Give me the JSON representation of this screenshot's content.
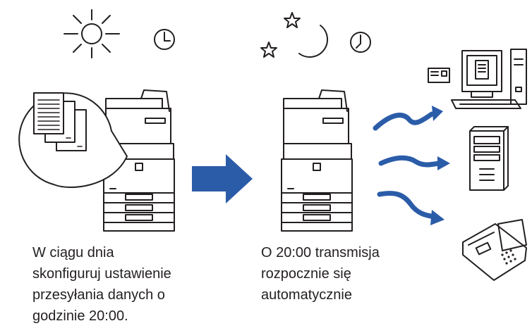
{
  "captions": {
    "day": [
      "W ciągu dnia",
      "skonfiguruj ustawienie",
      "przesyłania danych o",
      "godzinie 20:00."
    ],
    "night": [
      "O 20:00 transmisja",
      "rozpocznie się",
      "automatycznie"
    ]
  },
  "colors": {
    "accent_blue": "#2b5ca8",
    "line": "#231f20",
    "background": "#ffffff"
  },
  "icons": {
    "day": [
      "sun-icon",
      "clock-icon",
      "speech-bubble-icon",
      "documents-icon",
      "printer-icon"
    ],
    "night": [
      "star-icon",
      "moon-icon",
      "clock-icon",
      "printer-icon"
    ],
    "destinations": [
      "computer-icon",
      "server-icon",
      "fax-icon"
    ]
  }
}
